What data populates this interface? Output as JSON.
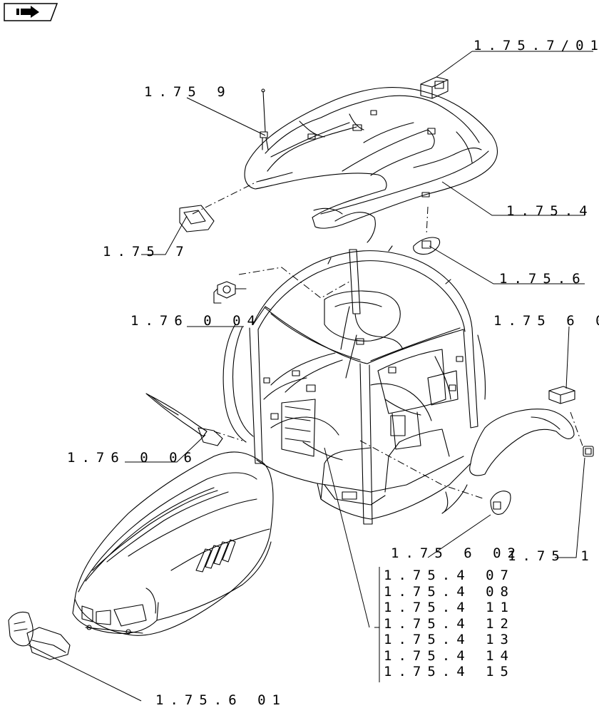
{
  "nav": {
    "icon": "forward-arrow-icon"
  },
  "callouts": [
    {
      "id": "c1",
      "text": "1.75.7/01"
    },
    {
      "id": "c2",
      "text": "1.75 9"
    },
    {
      "id": "c3",
      "text": "1.75.4"
    },
    {
      "id": "c4",
      "text": "1.75 7"
    },
    {
      "id": "c5",
      "text": "1.75.6"
    },
    {
      "id": "c6",
      "text": "1.76 0 04"
    },
    {
      "id": "c7",
      "text": "1.75 6 0"
    },
    {
      "id": "c8",
      "text": "1.76 0 06"
    },
    {
      "id": "c9",
      "text": "1.75 6 02"
    },
    {
      "id": "c10",
      "text": "1.75 1"
    },
    {
      "id": "c11",
      "text": "1.75.6 01"
    }
  ],
  "harness_list": [
    "1.75.4 07",
    "1.75.4 08",
    "1.75.4 11",
    "1.75.4 12",
    "1.75.4 13",
    "1.75.4 14",
    "1.75.4 15"
  ]
}
